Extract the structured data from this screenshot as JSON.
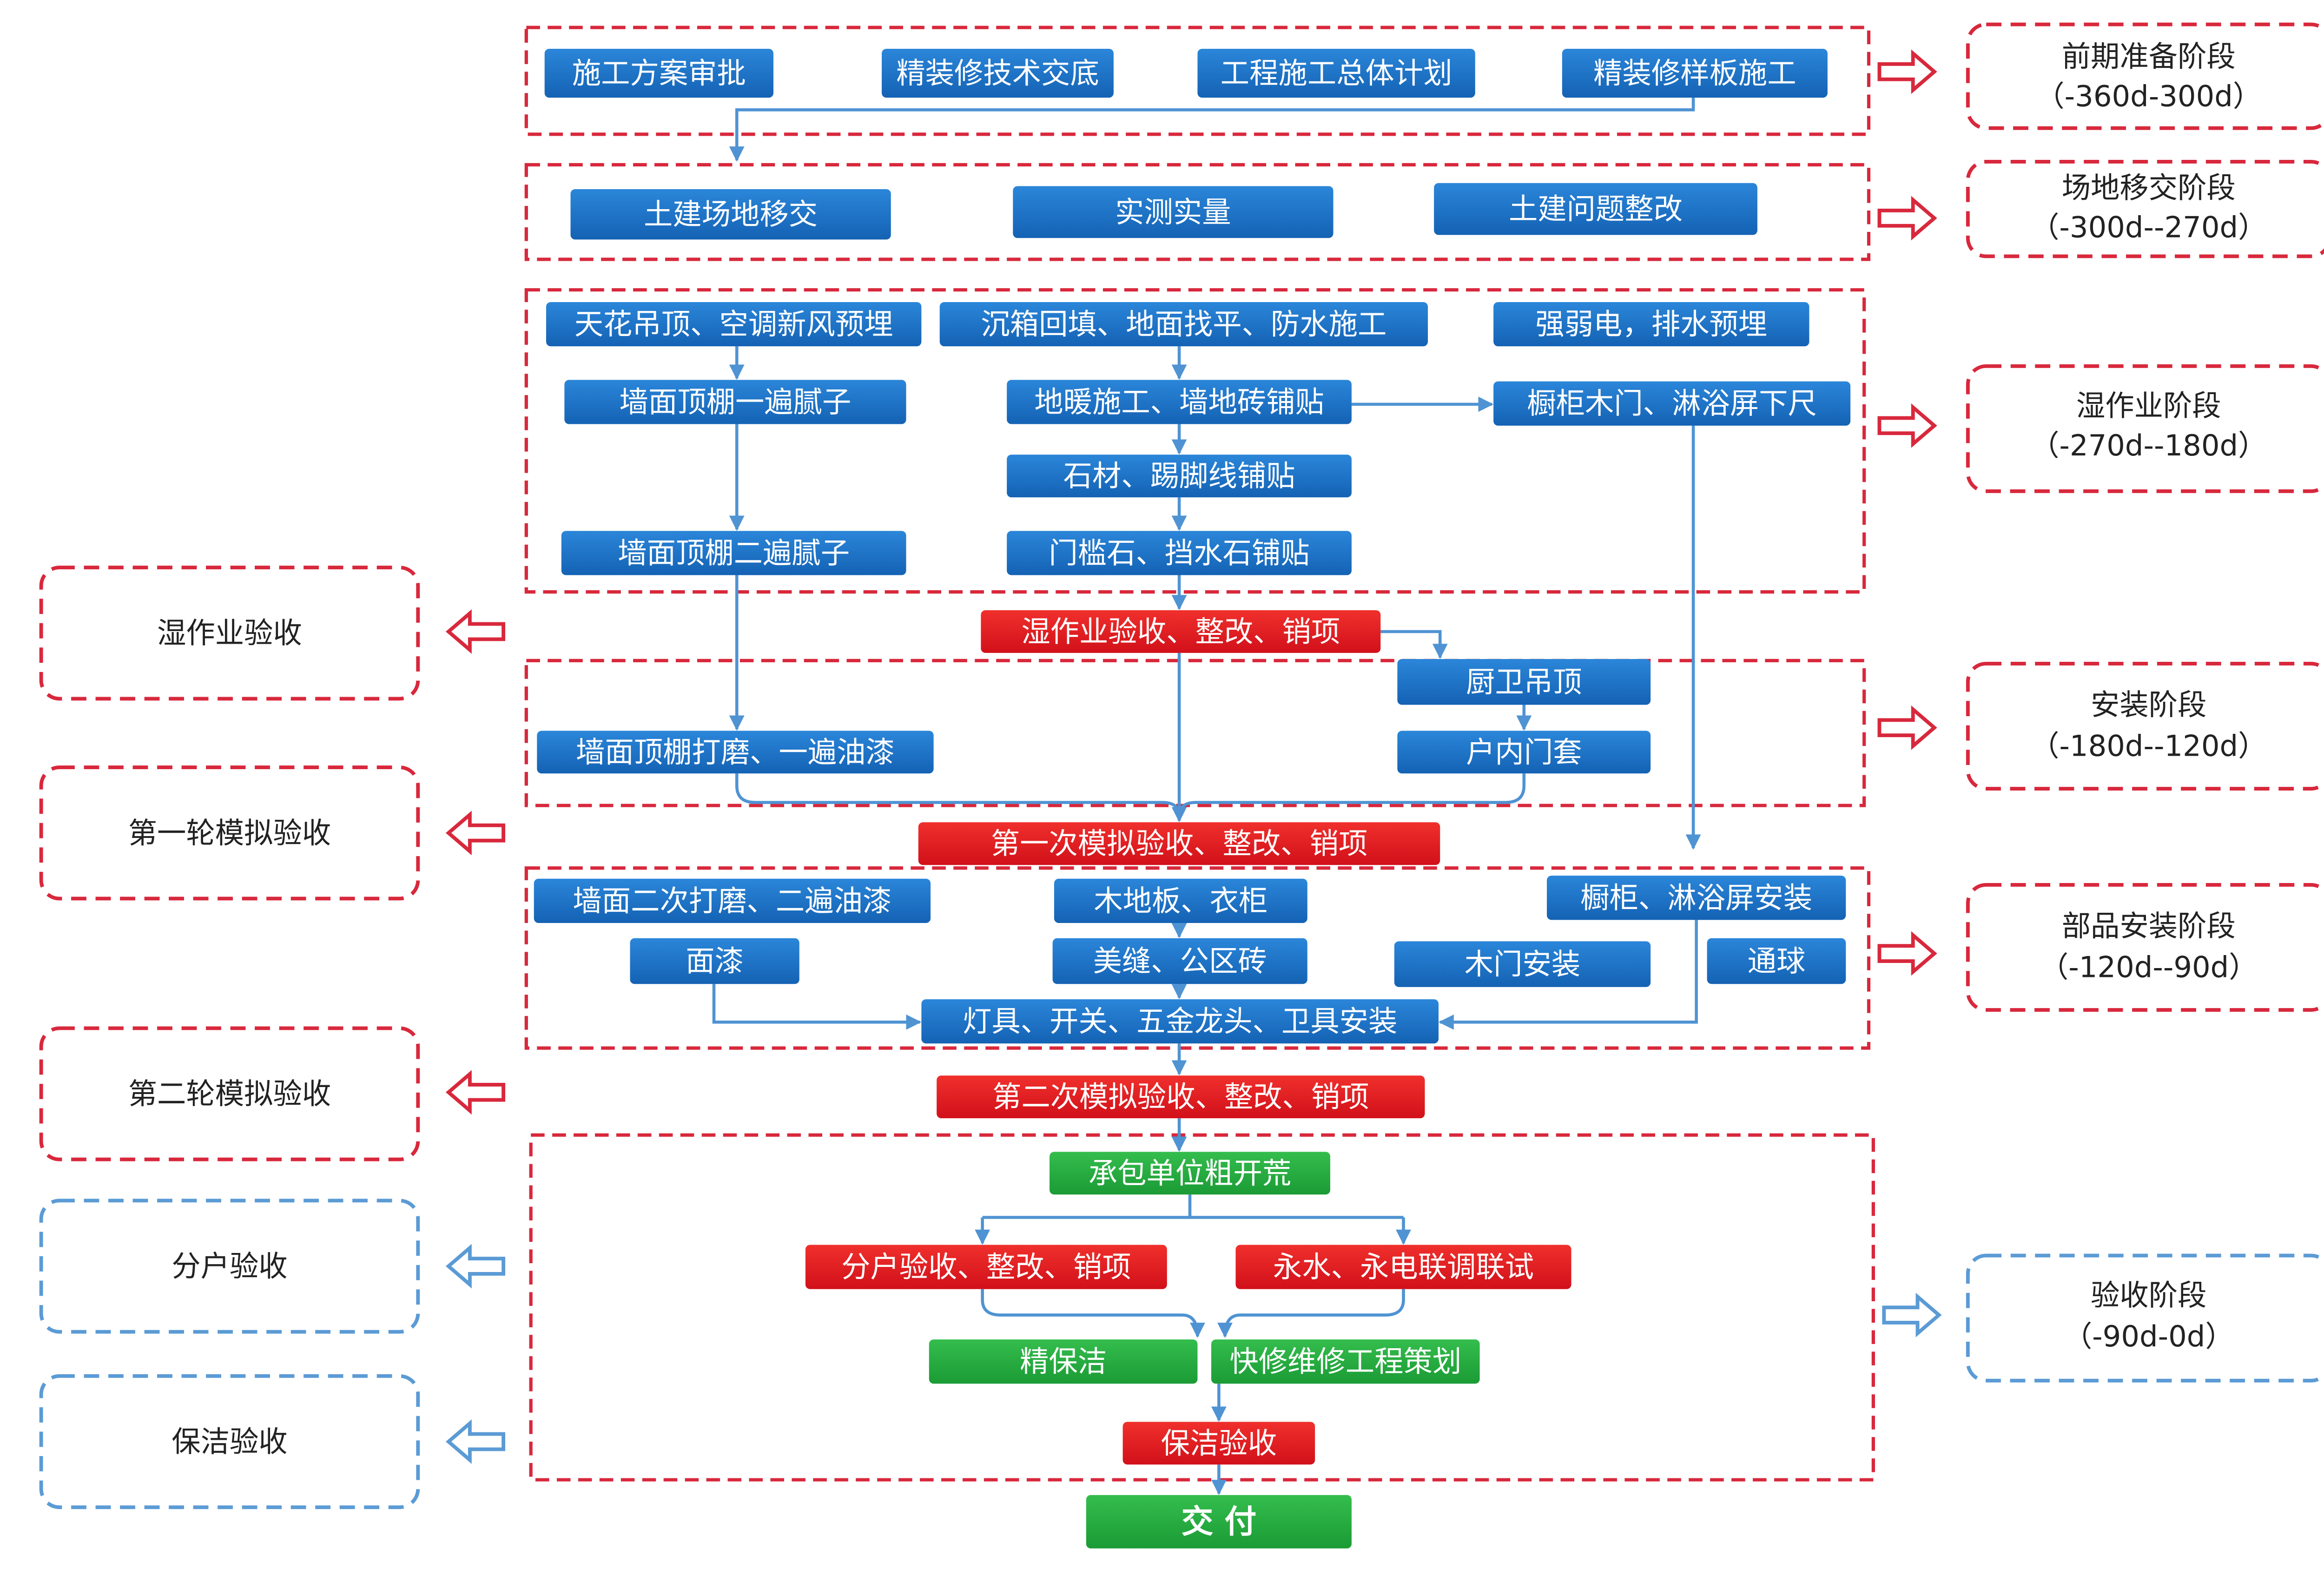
{
  "flow": {
    "prep": [
      "施工方案审批",
      "精装修技术交底",
      "工程施工总体计划",
      "精装修样板施工"
    ],
    "handover": [
      "土建场地移交",
      "实测实量",
      "土建问题整改"
    ],
    "wet_work": [
      "天花吊顶、空调新风预埋",
      "沉箱回填、地面找平、防水施工",
      "强弱电，排水预埋",
      "墙面顶棚一遍腻子",
      "地暖施工、墙地砖铺贴",
      "橱柜木门、淋浴屏下尺",
      "石材、踢脚线铺贴",
      "墙面顶棚二遍腻子",
      "门槛石、挡水石铺贴"
    ],
    "wet_work_check": "湿作业验收、整改、销项",
    "install": [
      "厨卫吊顶",
      "墙面顶棚打磨、一遍油漆",
      "户内门套"
    ],
    "first_mock_check": "第一次模拟验收、整改、销项",
    "parts_install": [
      "墙面二次打磨、二遍油漆",
      "木地板、衣柜",
      "橱柜、淋浴屏安装",
      "面漆",
      "美缝、公区砖",
      "木门安装",
      "通球",
      "灯具、开关、五金龙头、卫具安装"
    ],
    "second_mock_check": "第二次模拟验收、整改、销项",
    "acceptance": [
      "承包单位粗开荒",
      "分户验收、整改、销项",
      "永水、永电联调联试",
      "精保洁",
      "快修维修工程策划",
      "保洁验收"
    ],
    "delivery": "交 付"
  },
  "phases": [
    {
      "name": "前期准备阶段",
      "period": "（-360d-300d）"
    },
    {
      "name": "场地移交阶段",
      "period": "（-300d--270d）"
    },
    {
      "name": "湿作业阶段",
      "period": "（-270d--180d）"
    },
    {
      "name": "安装阶段",
      "period": "（-180d--120d）"
    },
    {
      "name": "部品安装阶段",
      "period": "（-120d--90d）"
    },
    {
      "name": "验收阶段",
      "period": "（-90d-0d）"
    }
  ],
  "checkpoints": [
    "湿作业验收",
    "第一轮模拟验收",
    "第二轮模拟验收",
    "分户验收",
    "保洁验收"
  ],
  "colors": {
    "process_box": "#1b6fc2",
    "check_box": "#e0141e",
    "green_box": "#22a83a",
    "dashed_red": "#d8283c",
    "dashed_blue": "#5b9bd5",
    "connector": "#4f93d3"
  }
}
